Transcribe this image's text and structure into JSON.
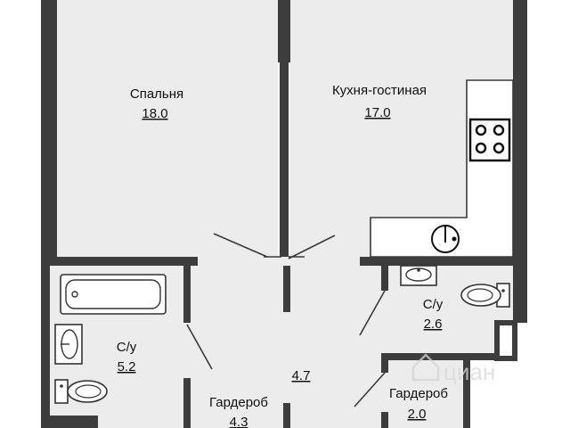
{
  "colors": {
    "wall": "#3d3d3d",
    "floor": "#ececec",
    "fixture": "#ffffff",
    "line": "#3a3a3a"
  },
  "rooms": {
    "bedroom": {
      "name": "Спальня",
      "area": "18.0"
    },
    "kitchen": {
      "name": "Кухня-гостиная",
      "area": "17.0"
    },
    "bath_left": {
      "name": "С/у",
      "area": "5.2"
    },
    "bath_right": {
      "name": "С/у",
      "area": "2.6"
    },
    "hall": {
      "name": "",
      "area": "4.7"
    },
    "wardrobe_left": {
      "name": "Гардероб",
      "area": "4.3"
    },
    "wardrobe_right": {
      "name": "Гардероб",
      "area": "2.0"
    }
  },
  "watermark": {
    "brand": "циан",
    "icon": "cian-house-icon"
  }
}
